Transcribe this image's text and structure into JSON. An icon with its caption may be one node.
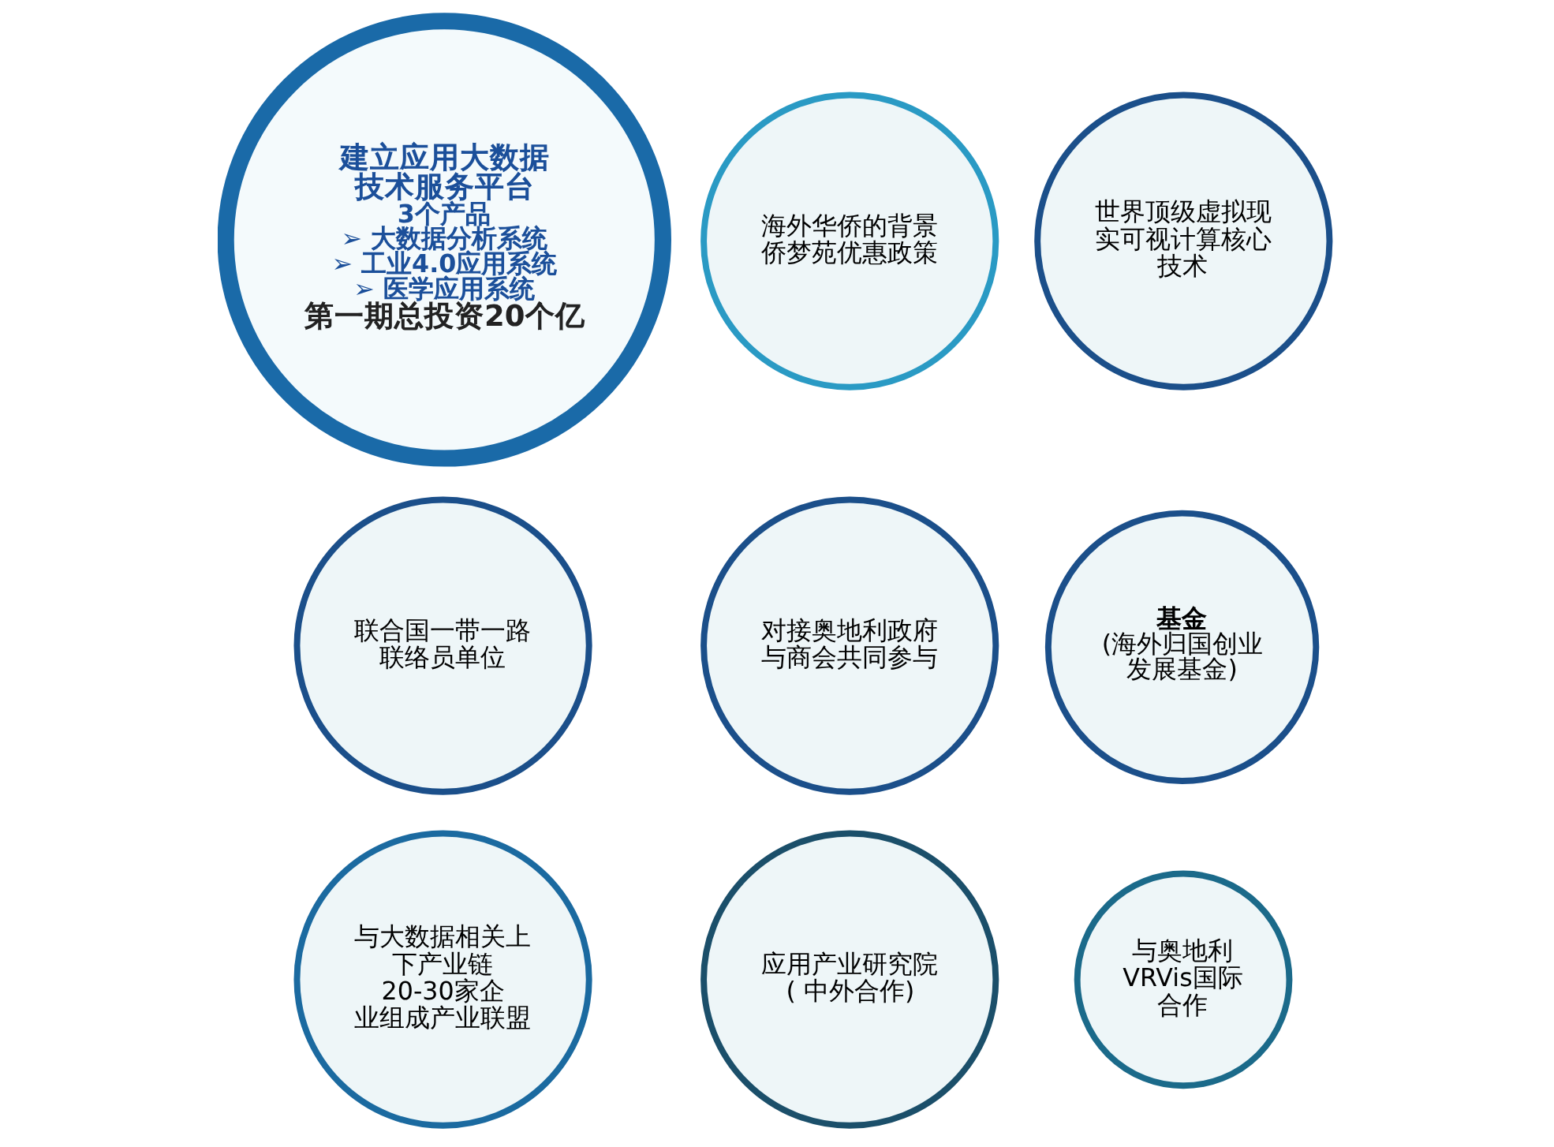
{
  "diagram": {
    "nodes": [
      {
        "text": [
          "建立应用大数据技术服务平台",
          "3个产品",
          "➢ 大数据分析系统",
          "➢ 工业4.0应用系统",
          "➢ 医学应用系统",
          "第一期总投资20个亿"
        ]
      },
      {
        "text": [
          "联合国一带一路联络员单位"
        ]
      },
      {
        "text": [
          "与大数据相关上下产业链20-30家企业组成产业联盟"
        ]
      },
      {
        "text": [
          "海外华侨的背景侨梦苑优惠政策"
        ]
      },
      {
        "text": [
          "对接奥地利政府与商会共同参与"
        ]
      },
      {
        "text": [
          "与奥地利VRVis国际合作"
        ]
      },
      {
        "text": [
          "基金",
          "(海外归国创业发展基金)"
        ]
      },
      {
        "text": [
          "应用产业研究院( 中外合作)"
        ]
      },
      {
        "text": [
          "世界顶级虚拟现实可视计算核心技术"
        ]
      }
    ]
  }
}
